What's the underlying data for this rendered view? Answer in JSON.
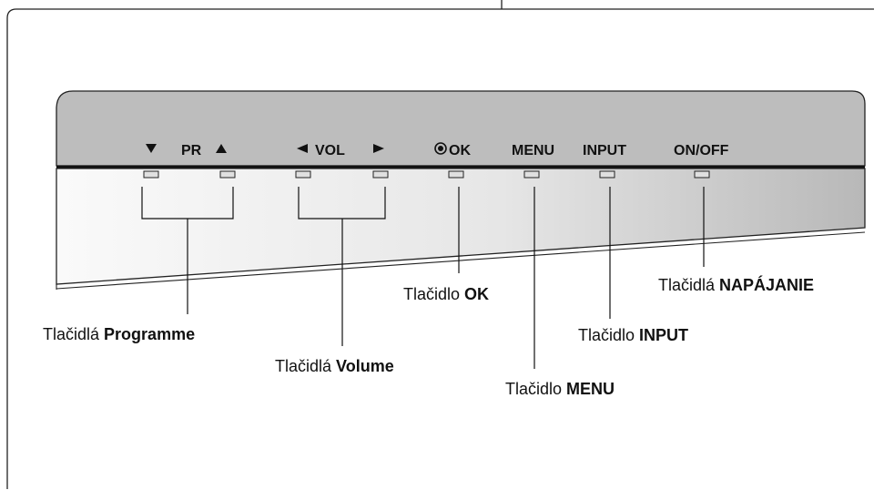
{
  "panel_labels": {
    "pr": "PR",
    "vol": "VOL",
    "ok": "OK",
    "menu": "MENU",
    "input": "INPUT",
    "onoff": "ON/OFF"
  },
  "icons": {
    "pr_down": "down-triangle",
    "pr_up": "up-triangle",
    "vol_left": "left-triangle",
    "vol_right": "right-triangle",
    "ok": "target-circle"
  },
  "callouts": {
    "programme": {
      "prefix": "Tlačidlá",
      "bold": "Programme"
    },
    "volume": {
      "prefix": "Tlačidlá",
      "bold": "Volume"
    },
    "ok": {
      "prefix": "Tlačidlo",
      "bold": "OK"
    },
    "menu": {
      "prefix": "Tlačidlo",
      "bold": "MENU"
    },
    "input": {
      "prefix": "Tlačidlo",
      "bold": "INPUT"
    },
    "power": {
      "prefix": "Tlačidlá",
      "bold": "NAPÁJANIE"
    }
  },
  "colors": {
    "panel_top": "#bdbdbd",
    "panel_front_light": "#f6f6f6",
    "panel_front_dark": "#bdbdbd",
    "ink": "#111111"
  }
}
